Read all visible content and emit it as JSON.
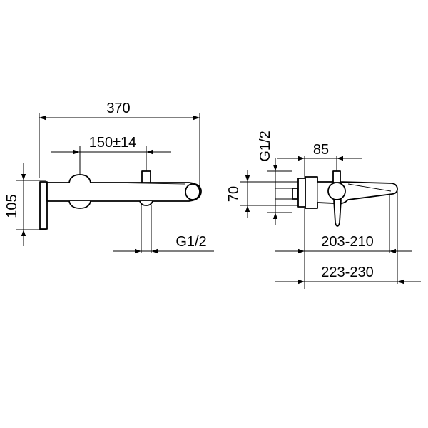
{
  "front_view": {
    "width_label": "370",
    "spacing_label": "150±14",
    "height_label": "105",
    "inlet_label": "G1/2"
  },
  "side_view": {
    "inlet_label": "G1/2",
    "depth_label": "85",
    "height_label": "70",
    "projection_min_label": "203-210",
    "projection_max_label": "223-230"
  }
}
